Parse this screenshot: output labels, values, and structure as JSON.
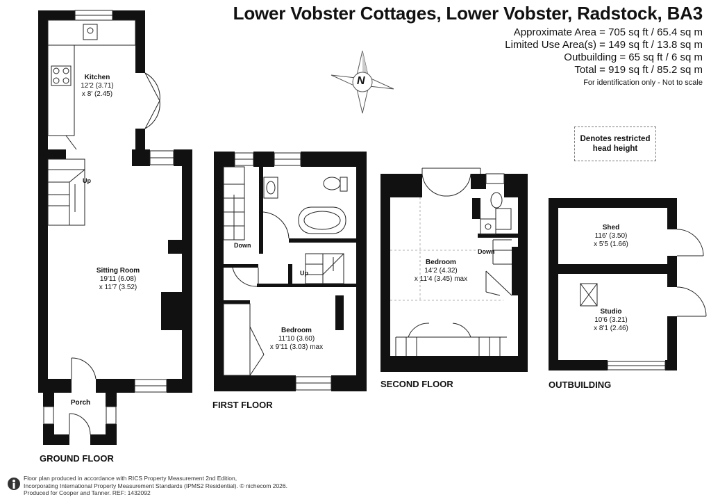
{
  "header": {
    "title": "Lower Vobster Cottages, Lower Vobster, Radstock, BA3",
    "areas": [
      "Approximate Area = 705 sq ft / 65.4 sq m",
      "Limited Use Area(s) = 149 sq ft / 13.8 sq m",
      "Outbuilding = 65 sq ft / 6 sq m",
      "Total = 919 sq ft / 85.2 sq m"
    ],
    "identification": "For identification only - Not to scale"
  },
  "compass": {
    "letter": "N"
  },
  "legend": {
    "restricted_line1": "Denotes restricted",
    "restricted_line2": "head height"
  },
  "floors": {
    "ground": "GROUND FLOOR",
    "first": "FIRST FLOOR",
    "second": "SECOND FLOOR",
    "outbuilding": "OUTBUILDING"
  },
  "rooms": {
    "kitchen": {
      "name": "Kitchen",
      "dim1": "12'2 (3.71)",
      "dim2": "x 8' (2.45)"
    },
    "sitting": {
      "name": "Sitting Room",
      "dim1": "19'11 (6.08)",
      "dim2": "x 11'7 (3.52)"
    },
    "porch": {
      "name": "Porch"
    },
    "bedroom1": {
      "name": "Bedroom",
      "dim1": "11'10 (3.60)",
      "dim2": "x 9'11 (3.03) max"
    },
    "bedroom2": {
      "name": "Bedroom",
      "dim1": "14'2 (4.32)",
      "dim2": "x 11'4 (3.45) max"
    },
    "shed": {
      "name": "Shed",
      "dim1": "116' (3.50)",
      "dim2": "x 5'5 (1.66)"
    },
    "studio": {
      "name": "Studio",
      "dim1": "10'6 (3.21)",
      "dim2": "x 8'1 (2.46)"
    }
  },
  "stairs": {
    "up": "Up",
    "down": "Down"
  },
  "footer": {
    "line1": "Floor plan produced in accordance with RICS Property Measurement 2nd Edition,",
    "line2": "Incorporating International Property Measurement Standards (IPMS2 Residential).  © nichecom 2026.",
    "line3": "Produced for Cooper and Tanner.   REF:  1432092"
  }
}
